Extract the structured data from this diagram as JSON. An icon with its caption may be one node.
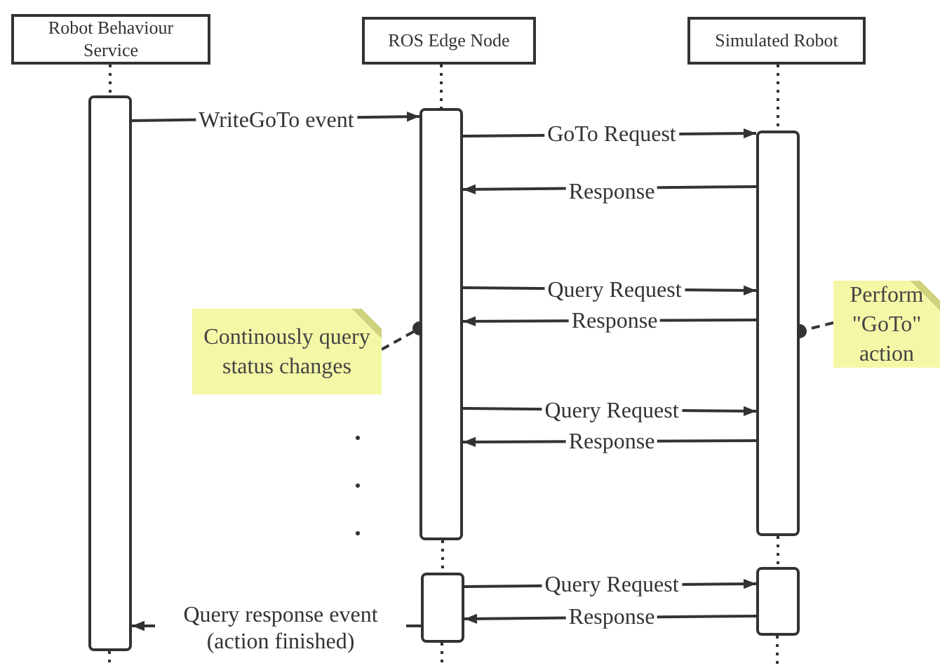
{
  "diagram": {
    "nodes": [
      {
        "text": [
          "Robot Behaviour Service"
        ]
      },
      {
        "text": [
          "ROS Edge Node"
        ]
      },
      {
        "text": [
          "Simulated Robot"
        ]
      },
      {
        "text": [],
        "shape": "bar"
      },
      {
        "text": [],
        "shape": "bar"
      },
      {
        "text": [],
        "shape": "bar"
      },
      {
        "text": [],
        "shape": "bar"
      },
      {
        "text": [],
        "shape": "bar"
      },
      {
        "text": [
          "Continously query status changes"
        ]
      },
      {
        "text": [
          "Perform \"GoTo\" action"
        ]
      }
    ],
    "edges": [
      {
        "from": 0,
        "to": 3,
        "arrow": "none",
        "style": "dashed"
      },
      {
        "from": 1,
        "to": 4,
        "arrow": "none",
        "style": "dashed"
      },
      {
        "from": 4,
        "to": 6,
        "arrow": "none",
        "style": "dashed"
      },
      {
        "from": 2,
        "to": 5,
        "arrow": "none",
        "style": "dashed"
      },
      {
        "from": 5,
        "to": 7,
        "arrow": "none",
        "style": "dashed"
      },
      {
        "from": 3,
        "to": 4,
        "arrow": "to",
        "label": "WriteGoTo event"
      },
      {
        "from": 4,
        "to": 5,
        "arrow": "to",
        "label": "GoTo Request"
      },
      {
        "from": 5,
        "to": 4,
        "arrow": "to",
        "label": "Response"
      },
      {
        "from": 4,
        "to": 5,
        "arrow": "to",
        "label": "Query Request"
      },
      {
        "from": 5,
        "to": 4,
        "arrow": "to",
        "label": "Response"
      },
      {
        "from": 4,
        "to": 5,
        "arrow": "to",
        "label": "Query Request"
      },
      {
        "from": 5,
        "to": 4,
        "arrow": "to",
        "label": "Response"
      },
      {
        "from": 6,
        "to": 7,
        "arrow": "to",
        "label": "Query Request"
      },
      {
        "from": 7,
        "to": 6,
        "arrow": "to",
        "label": "Response"
      },
      {
        "from": 6,
        "to": 3,
        "arrow": "to",
        "label": "Query response event (action finished)"
      },
      {
        "from": 8,
        "to": 4,
        "arrow": "other",
        "style": "dashed"
      },
      {
        "from": 9,
        "to": 5,
        "arrow": "other",
        "style": "dashed"
      }
    ]
  }
}
